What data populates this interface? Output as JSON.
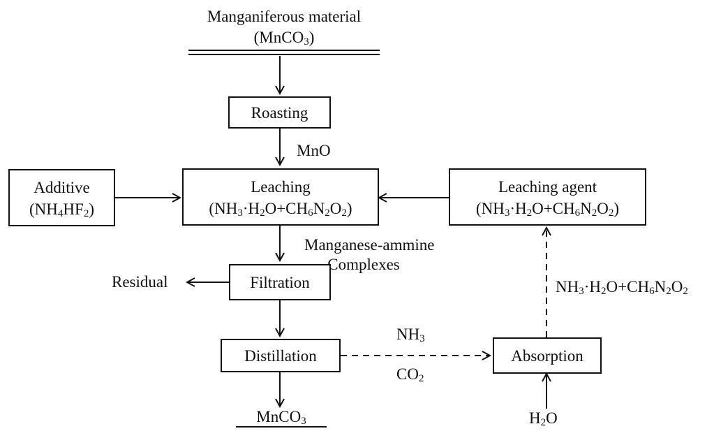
{
  "source": {
    "title": "Manganiferous material",
    "formula": [
      {
        "t": "(MnCO"
      },
      {
        "s": "3"
      },
      {
        "t": ")"
      }
    ]
  },
  "roasting": {
    "label": "Roasting"
  },
  "arrow_labels": {
    "roasting_to_leaching": "MnO",
    "leaching_to_filtration": [
      "Manganese-ammine",
      "Complexes"
    ],
    "distill_top": [
      {
        "t": "NH"
      },
      {
        "s": "3"
      }
    ],
    "distill_bottom": [
      {
        "t": "CO"
      },
      {
        "s": "2"
      }
    ],
    "recycle": [
      {
        "t": "NH"
      },
      {
        "s": "3"
      },
      {
        "t": "·H"
      },
      {
        "s": "2"
      },
      {
        "t": "O+CH"
      },
      {
        "s": "6"
      },
      {
        "t": "N"
      },
      {
        "s": "2"
      },
      {
        "t": "O"
      },
      {
        "s": "2"
      }
    ]
  },
  "additive": {
    "label": "Additive",
    "formula": [
      {
        "t": "(NH"
      },
      {
        "s": "4"
      },
      {
        "t": "HF"
      },
      {
        "s": "2"
      },
      {
        "t": ")"
      }
    ]
  },
  "leaching": {
    "label": "Leaching",
    "formula": [
      {
        "t": "(NH"
      },
      {
        "s": "3"
      },
      {
        "t": "·H"
      },
      {
        "s": "2"
      },
      {
        "t": "O+CH"
      },
      {
        "s": "6"
      },
      {
        "t": "N"
      },
      {
        "s": "2"
      },
      {
        "t": "O"
      },
      {
        "s": "2"
      },
      {
        "t": ")"
      }
    ]
  },
  "leaching_agent": {
    "label": "Leaching agent",
    "formula": [
      {
        "t": "(NH"
      },
      {
        "s": "3"
      },
      {
        "t": "·H"
      },
      {
        "s": "2"
      },
      {
        "t": "O+CH"
      },
      {
        "s": "6"
      },
      {
        "t": "N"
      },
      {
        "s": "2"
      },
      {
        "t": "O"
      },
      {
        "s": "2"
      },
      {
        "t": ")"
      }
    ]
  },
  "filtration": {
    "label": "Filtration"
  },
  "residual": {
    "label": "Residual"
  },
  "distillation": {
    "label": "Distillation"
  },
  "absorption": {
    "label": "Absorption"
  },
  "water": {
    "formula": [
      {
        "t": "H"
      },
      {
        "s": "2"
      },
      {
        "t": "O"
      }
    ]
  },
  "product": {
    "formula": [
      {
        "t": "MnCO"
      },
      {
        "s": "3"
      }
    ]
  }
}
